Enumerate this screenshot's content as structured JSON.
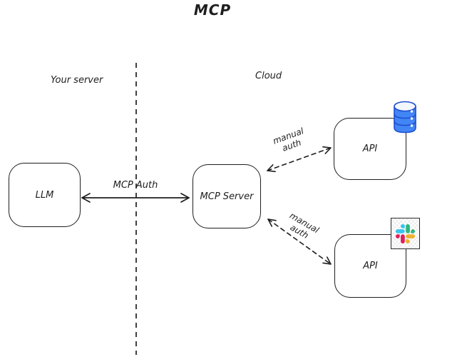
{
  "title": "MCP",
  "regions": {
    "left": "Your server",
    "right": "Cloud"
  },
  "nodes": {
    "llm": {
      "label": "LLM"
    },
    "mcp_server": {
      "label": "MCP Server"
    },
    "api_database": {
      "label": "API"
    },
    "api_slack": {
      "label": "API"
    }
  },
  "edges": {
    "llm_to_mcp": {
      "label": "MCP Auth",
      "style": "solid",
      "arrows": "both"
    },
    "mcp_to_api_database": {
      "label": "manual auth",
      "style": "dashed",
      "arrows": "both"
    },
    "mcp_to_api_slack": {
      "label": "manual auth",
      "style": "dashed",
      "arrows": "both"
    }
  },
  "icons": {
    "database": "database-icon",
    "slack": "slack-icon"
  },
  "colors": {
    "stroke": "#1e1e1e",
    "db_fill": "#4285f4",
    "db_stroke": "#1c4ed0",
    "db_top": "#f2f7ff",
    "slack_blue": "#36C5F0",
    "slack_green": "#2EB67D",
    "slack_yellow": "#ECB22E",
    "slack_red": "#E01E5A"
  }
}
